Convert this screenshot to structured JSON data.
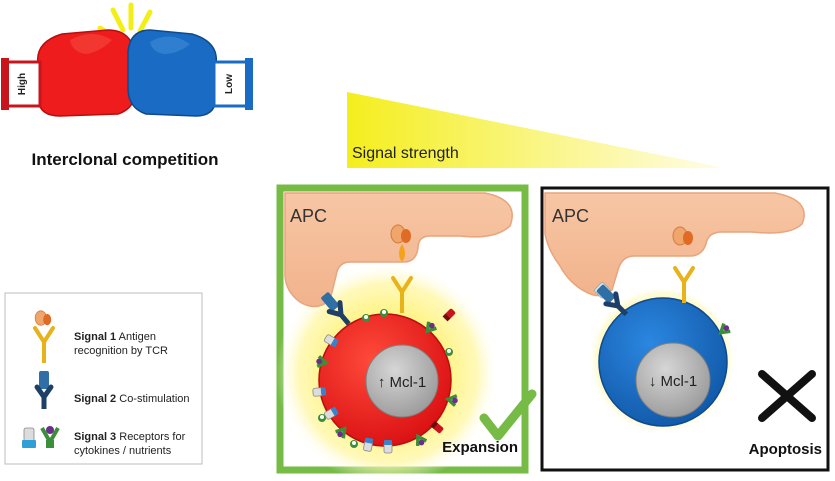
{
  "competition": {
    "title": "Interclonal competition",
    "glove_left_label": "High",
    "glove_right_label": "Low",
    "colors": {
      "high": "#ee1c1c",
      "low": "#1a6bc4",
      "spark": "#f3ee16"
    }
  },
  "signal": {
    "label": "Signal strength",
    "gradient": {
      "strong": "#f4ee1e",
      "weak": "#fffde0"
    }
  },
  "panels": [
    {
      "id": "expansion",
      "apc_label": "APC",
      "mcl_label": "↑ Mcl-1",
      "outcome_label": "Expansion",
      "border_color": "#76bb45",
      "cell_color": "#ee1c1c",
      "mark": "check-mark-icon"
    },
    {
      "id": "apoptosis",
      "apc_label": "APC",
      "mcl_label": "↓ Mcl-1",
      "outcome_label": "Apoptosis",
      "border_color": "#111111",
      "cell_color": "#1a6bc4",
      "mark": "cross-mark-icon"
    }
  ],
  "legend": {
    "items": [
      {
        "icon": "antigen-tcr-icon",
        "title": "Signal 1",
        "lines": [
          " Antigen",
          "recognition by TCR"
        ]
      },
      {
        "icon": "costimulation-icon",
        "title": "Signal 2",
        "lines": [
          " Co-stimulation"
        ]
      },
      {
        "icon": "cytokine-receptor-icon",
        "title": "Signal 3",
        "lines": [
          " Receptors for",
          "cytokines / nutrients"
        ]
      }
    ]
  }
}
